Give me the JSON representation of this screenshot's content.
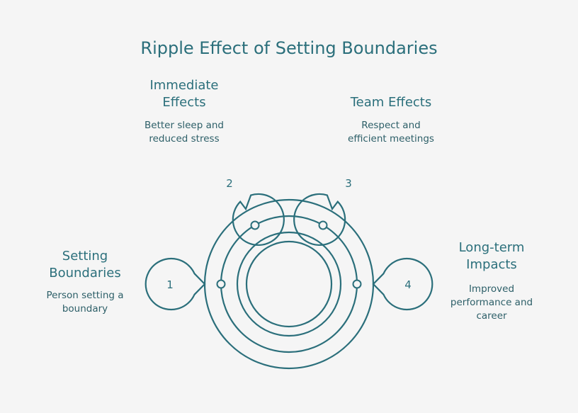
{
  "title": "Ripple Effect of Setting Boundaries",
  "colors": {
    "stroke": "#2b6f7b",
    "background": "#f5f5f5",
    "text": "#2b6f7b"
  },
  "steps": [
    {
      "number": "1",
      "heading_line1": "Setting",
      "heading_line2": "Boundaries",
      "desc_line1": "Person setting a",
      "desc_line2": "boundary"
    },
    {
      "number": "2",
      "heading_line1": "Immediate",
      "heading_line2": "Effects",
      "desc_line1": "Better sleep and",
      "desc_line2": "reduced stress"
    },
    {
      "number": "3",
      "heading_line1": "Team Effects",
      "desc_line1": "Respect and",
      "desc_line2": "efficient meetings"
    },
    {
      "number": "4",
      "heading_line1": "Long-term",
      "heading_line2": "Impacts",
      "desc_line1": "Improved",
      "desc_line2": "performance and",
      "desc_line3": "career"
    }
  ]
}
